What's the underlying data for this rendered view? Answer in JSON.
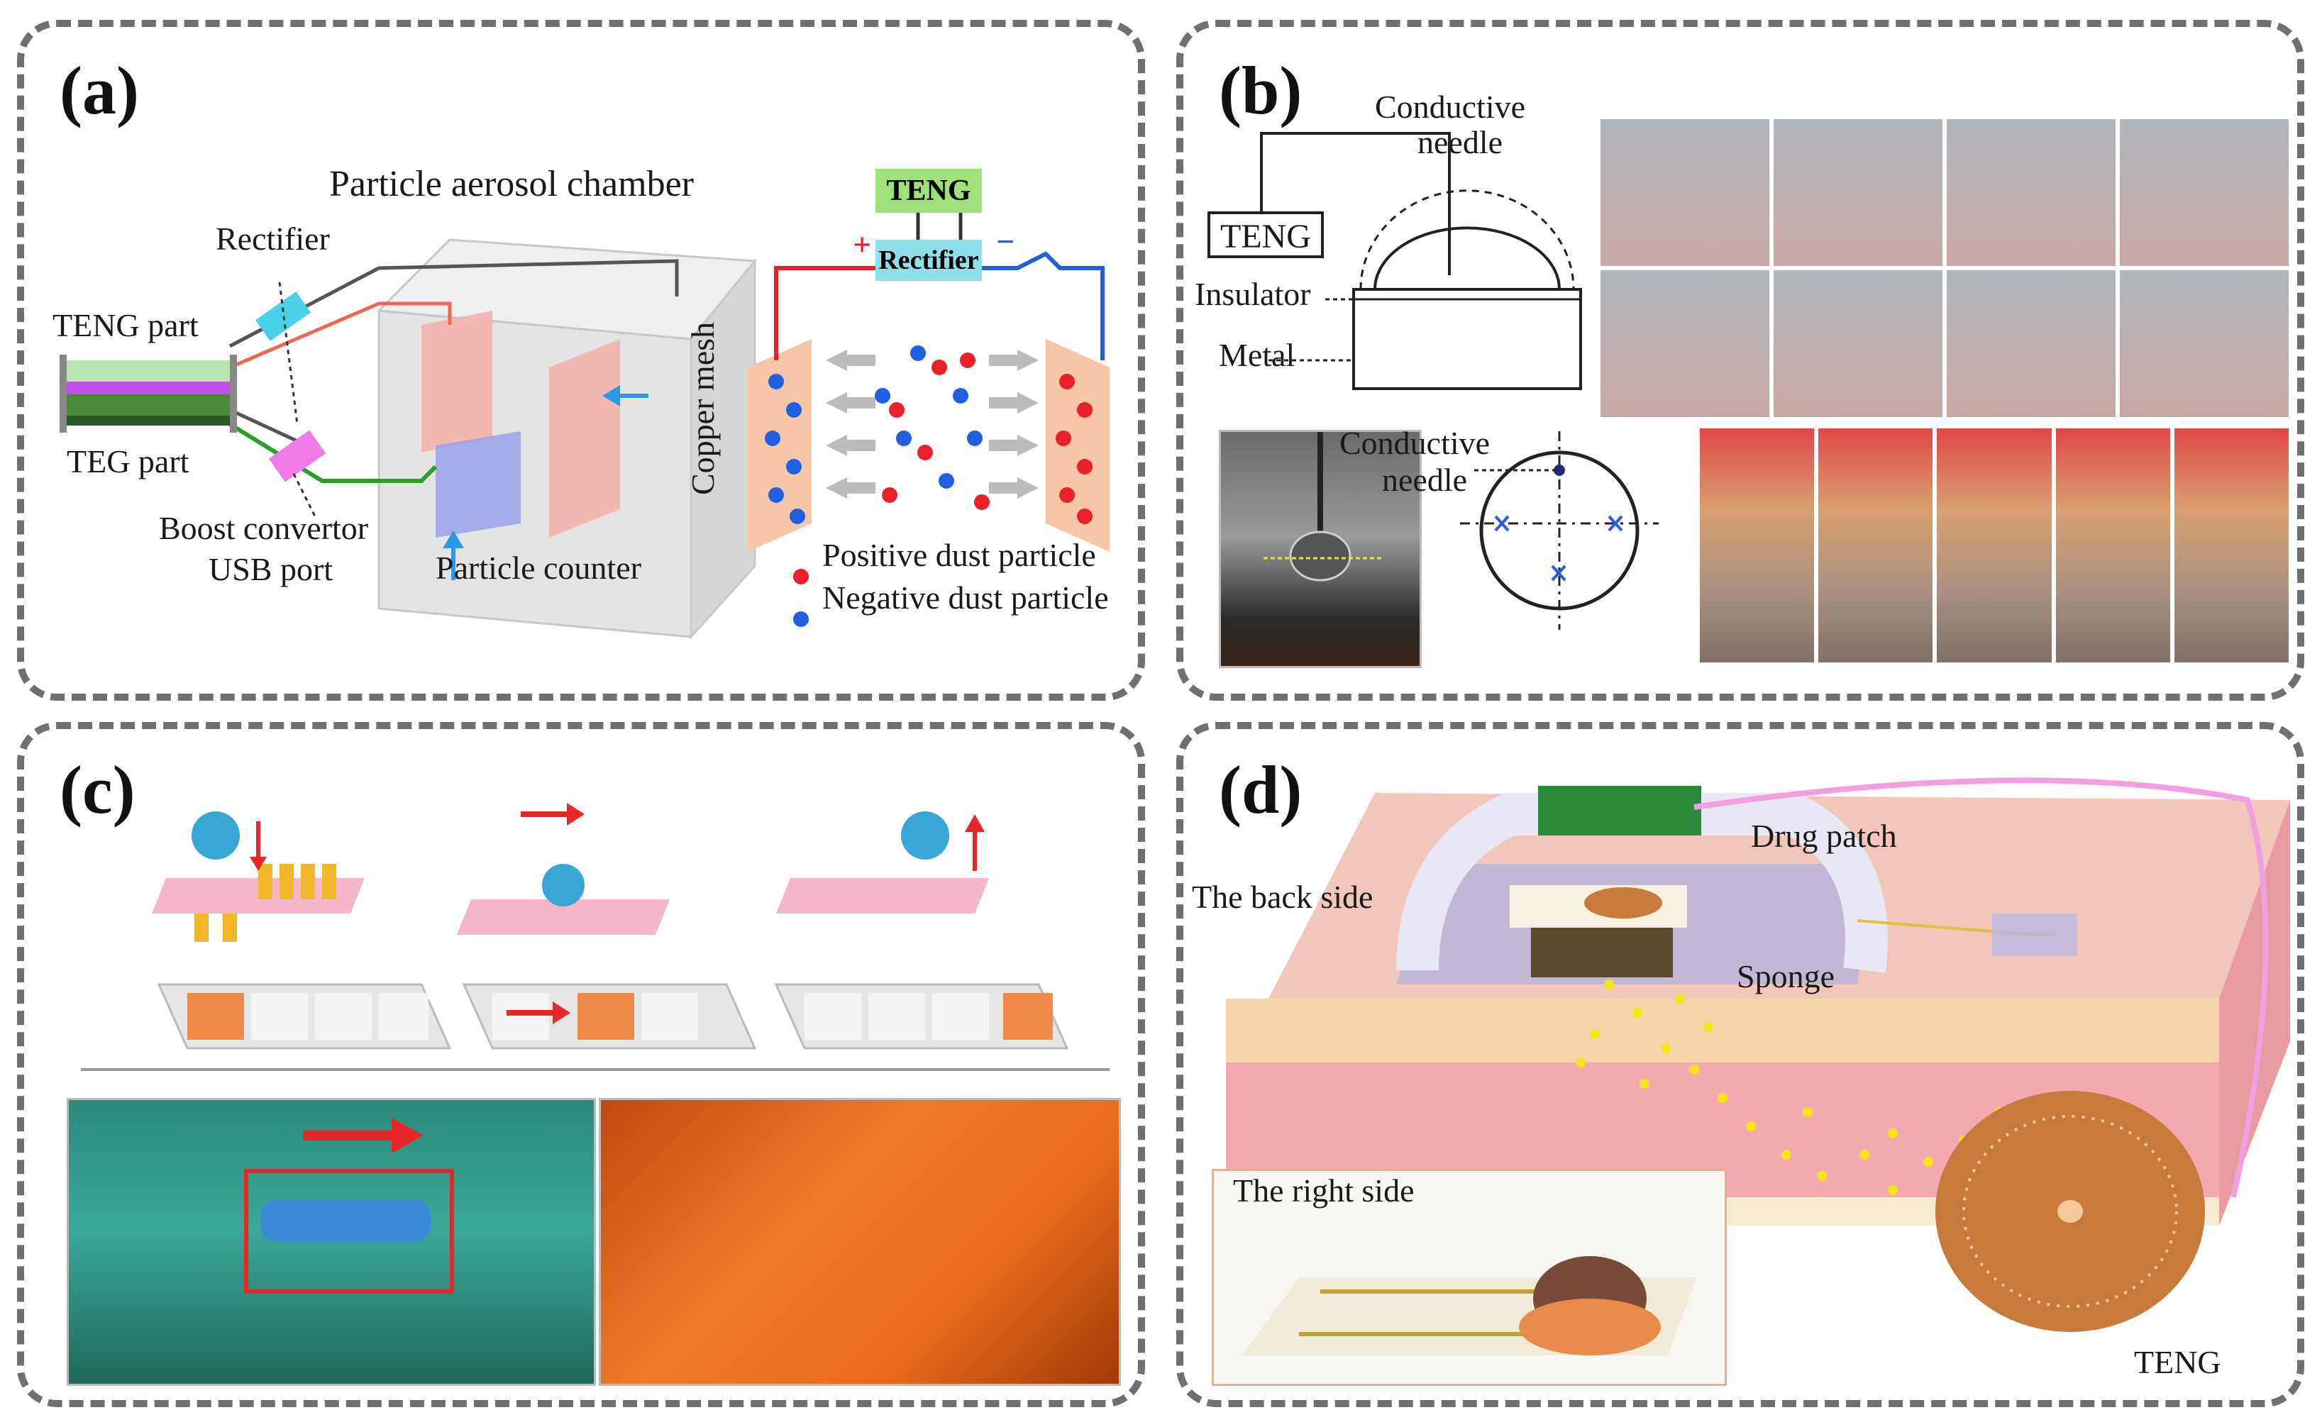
{
  "panels": {
    "a": {
      "label": "(a)",
      "chamber_title": "Particle aerosol chamber",
      "rectifier": "Rectifier",
      "teng_part": "TENG part",
      "teg_part": "TEG part",
      "boost_convertor": "Boost convertor",
      "usb_port": "USB port",
      "particle_counter": "Particle counter",
      "copper_mesh": "Copper mesh",
      "teng_box": "TENG",
      "rectifier_box": "Rectifier",
      "plus": "+",
      "minus": "−",
      "legend_positive": "Positive dust particle",
      "legend_negative": "Negative dust particle"
    },
    "b": {
      "label": "(b)",
      "conductive_needle": "Conductive",
      "needle": "needle",
      "teng": "TENG",
      "insulator": "Insulator",
      "metal": "Metal",
      "conductive_needle_2": "Conductive",
      "needle_2": "needle"
    },
    "c": {
      "label": "(c)"
    },
    "d": {
      "label": "(d)",
      "drug_patch": "Drug patch",
      "back_side": "The back side",
      "sponge": "Sponge",
      "right_side": "The right side",
      "teng": "TENG"
    }
  },
  "colors": {
    "frame": "#707070",
    "positive": "#e8202a",
    "negative": "#1f5fe0",
    "teng_box": "#9fe07a",
    "rectifier_box": "#8fe0ea",
    "skin": "#f2b8b0",
    "copper": "#c87a3c",
    "gold": "#f0b82a",
    "pink_plate": "#f4b6c8"
  }
}
